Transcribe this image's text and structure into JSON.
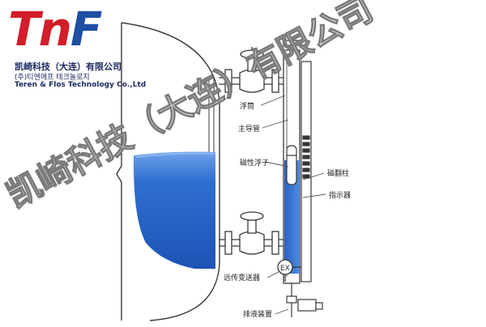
{
  "logo": {
    "mark_left": "Tn",
    "mark_right": "F",
    "company_cn": "凯崎科技（大连）有限公司",
    "company_kr": "(주)티엔에프 테크놀로지",
    "company_en": "Teren & Flos Technology Co.,Ltd"
  },
  "labels": {
    "float_chamber": "浮筒",
    "main_pipe": "主导管",
    "magnetic_float": "磁性浮子",
    "magnetic_column": "磁翻柱",
    "indicator": "指示器",
    "transmitter": "远传变送器",
    "drain": "排液装置",
    "ex_mark": "EX"
  },
  "watermark": {
    "line1": "凯崎科技（大连）有限公司"
  },
  "colors": {
    "liquid": "#2f6fd0",
    "line": "#3a3a3a",
    "logo_red": "#d21d2a",
    "logo_blue": "#1f4fa3"
  }
}
